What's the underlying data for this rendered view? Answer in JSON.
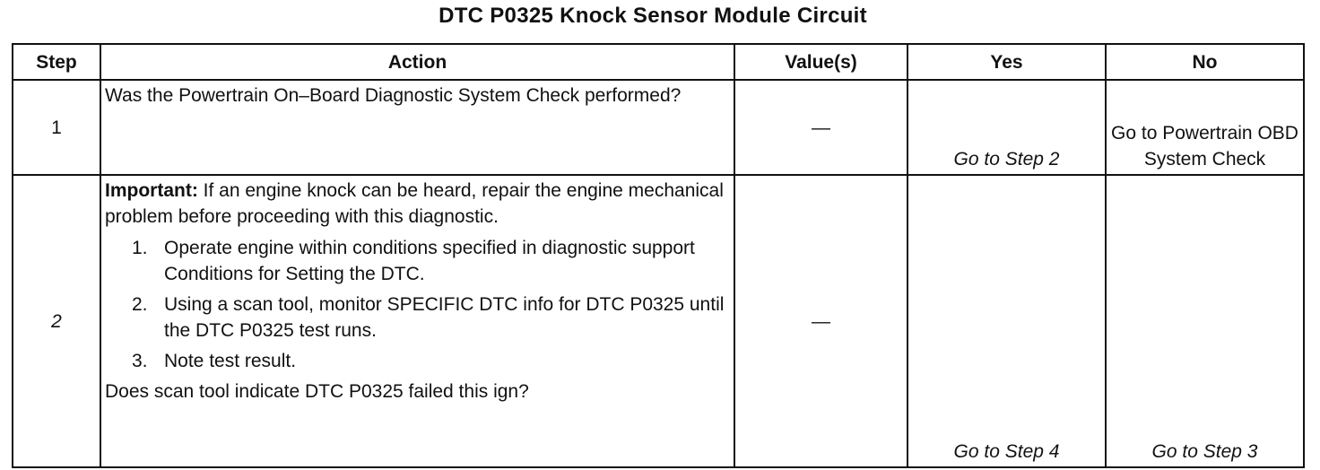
{
  "title": "DTC P0325 Knock Sensor Module Circuit",
  "table": {
    "headers": [
      "Step",
      "Action",
      "Value(s)",
      "Yes",
      "No"
    ],
    "rows": [
      {
        "step": "1",
        "action": "Was the Powertrain On–Board Diagnostic System Check performed?",
        "value": "—",
        "yes": "Go to Step 2",
        "no": "Go to Powertrain OBD System Check"
      },
      {
        "step": "2",
        "important_label": "Important:",
        "important_text": " If an engine knock can be heard, repair the engine mechanical problem before proceeding with this diagnostic.",
        "steps": [
          {
            "num": "1.",
            "text": "Operate engine within conditions specified in diagnostic support Conditions for Setting the DTC."
          },
          {
            "num": "2.",
            "text": "Using a scan tool, monitor SPECIFIC DTC info for DTC P0325 until the DTC P0325 test runs."
          },
          {
            "num": "3.",
            "text": "Note test result."
          }
        ],
        "question": "Does scan tool indicate DTC P0325 failed this ign?",
        "value": "—",
        "yes": "Go to Step 4",
        "no": "Go to Step 3"
      }
    ]
  }
}
